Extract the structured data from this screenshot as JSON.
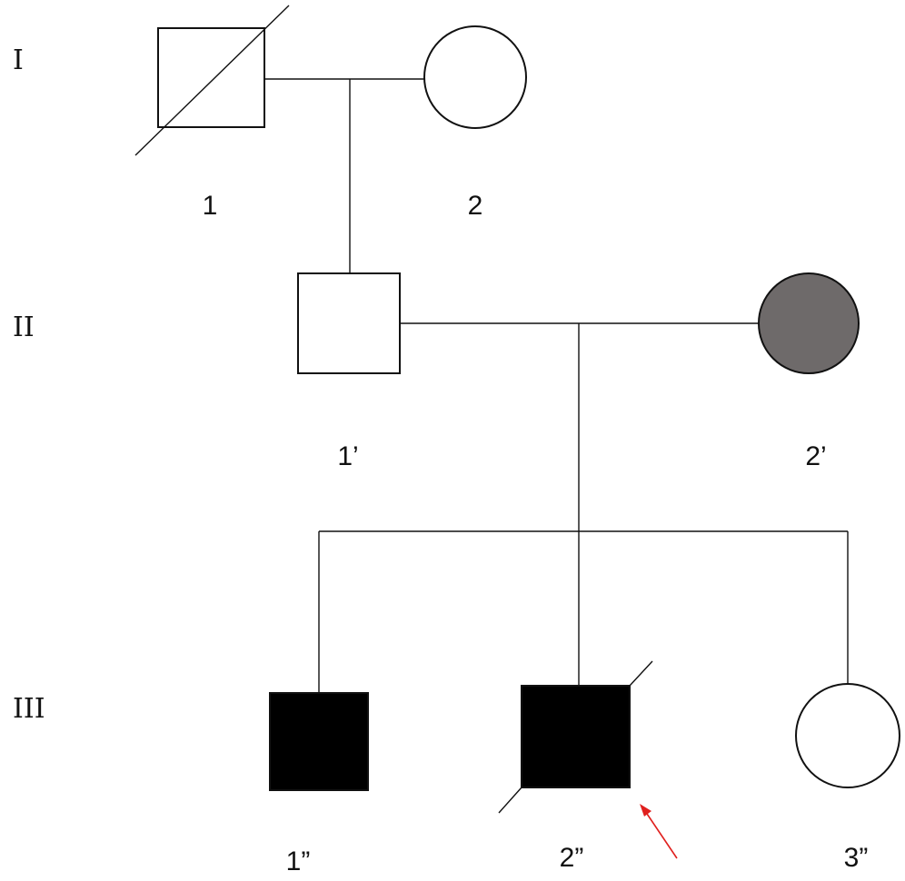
{
  "generations": [
    {
      "label": "I"
    },
    {
      "label": "II"
    },
    {
      "label": "III"
    }
  ],
  "individuals": {
    "I1": {
      "id_label": "1",
      "sex": "male",
      "status": "deceased",
      "affected": "unaffected"
    },
    "I2": {
      "id_label": "2",
      "sex": "female",
      "status": "living",
      "affected": "unaffected"
    },
    "II1": {
      "id_label": "1’",
      "sex": "male",
      "status": "living",
      "affected": "unaffected"
    },
    "II2": {
      "id_label": "2’",
      "sex": "female",
      "status": "living",
      "affected": "partially affected (grey)"
    },
    "III1": {
      "id_label": "1”",
      "sex": "male",
      "status": "living",
      "affected": "affected"
    },
    "III2": {
      "id_label": "2”",
      "sex": "male",
      "status": "deceased",
      "affected": "affected",
      "proband": true
    },
    "III3": {
      "id_label": "3”",
      "sex": "female",
      "status": "living",
      "affected": "unaffected"
    }
  },
  "colors": {
    "line": "#111111",
    "affected_fill": "#000000",
    "carrier_fill": "#6e6a6a",
    "unaffected_fill": "#ffffff",
    "proband_arrow": "#e0201e"
  }
}
